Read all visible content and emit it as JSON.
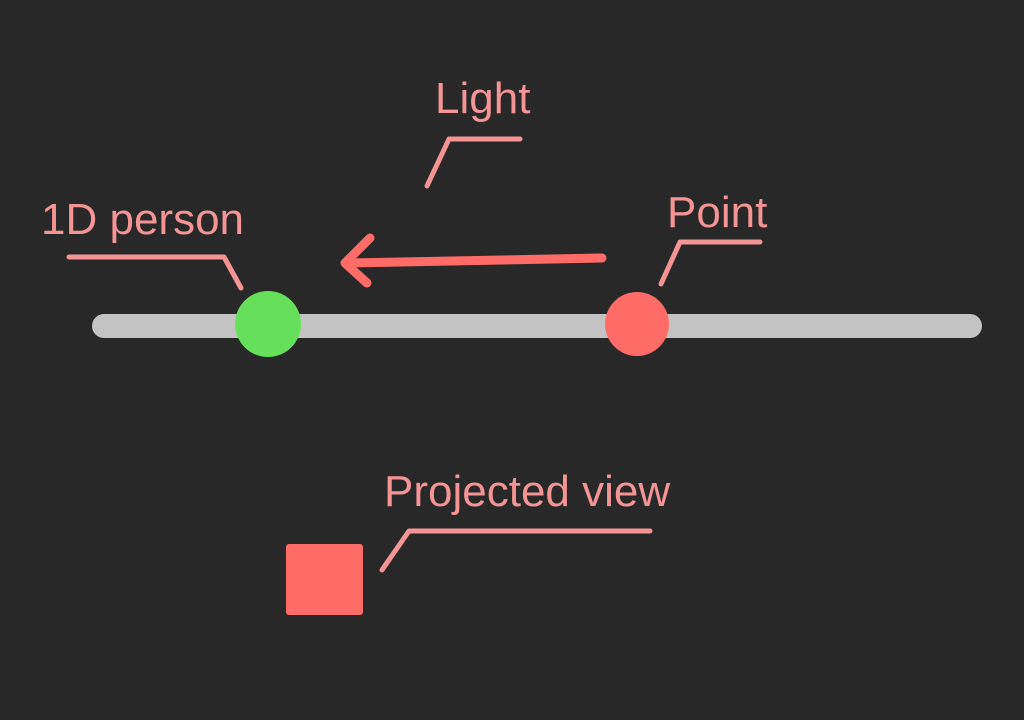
{
  "labels": {
    "light": "Light",
    "person": "1D person",
    "point": "Point",
    "projected_view": "Projected view"
  },
  "colors": {
    "background": "#282828",
    "label": "#f49494",
    "callout_line": "#f49494",
    "arrow": "#ff6b66",
    "line": "#c3c3c3",
    "person": "#66e05a",
    "point": "#ff6b66",
    "projected_view": "#ff6b66"
  }
}
